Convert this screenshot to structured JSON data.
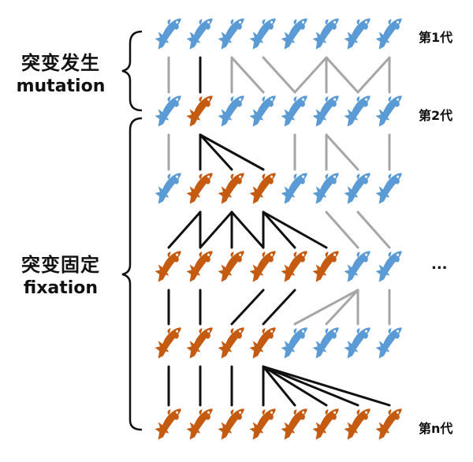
{
  "labels": {
    "mutation_zh": "突变发生",
    "mutation_en": "mutation",
    "fixation_zh": "突变固定",
    "fixation_en": "fixation",
    "gen1": "第1代",
    "gen2": "第2代",
    "genN": "第n代",
    "ellipsis": "..."
  },
  "colors": {
    "wild": "#5b9bd5",
    "mutant": "#c55a11",
    "link_wild": "#a6a6a6",
    "link_mutant": "#111111",
    "bracket": "#111111"
  },
  "generations": [
    [
      "wild",
      "wild",
      "wild",
      "wild",
      "wild",
      "wild",
      "wild",
      "wild"
    ],
    [
      "wild",
      "mutant",
      "wild",
      "wild",
      "wild",
      "wild",
      "wild",
      "wild"
    ],
    [
      "wild",
      "mutant",
      "mutant",
      "mutant",
      "wild",
      "wild",
      "wild",
      "wild"
    ],
    [
      "mutant",
      "mutant",
      "mutant",
      "mutant",
      "mutant",
      "mutant",
      "wild",
      "wild"
    ],
    [
      "mutant",
      "mutant",
      "mutant",
      "mutant",
      "wild",
      "wild",
      "wild",
      "wild"
    ],
    [
      "mutant",
      "mutant",
      "mutant",
      "mutant",
      "mutant",
      "mutant",
      "mutant",
      "mutant"
    ]
  ],
  "links": [
    [
      [
        0,
        0
      ],
      [
        1,
        1
      ],
      [
        2,
        2
      ],
      [
        2,
        3
      ],
      [
        3,
        4
      ],
      [
        5,
        5
      ],
      [
        5,
        6
      ],
      [
        5,
        4
      ],
      [
        7,
        7
      ],
      [
        7,
        6
      ]
    ],
    [
      [
        0,
        0
      ],
      [
        1,
        1
      ],
      [
        1,
        2
      ],
      [
        1,
        3
      ],
      [
        4,
        4
      ],
      [
        5,
        5
      ],
      [
        5,
        6
      ],
      [
        7,
        7
      ]
    ],
    [
      [
        1,
        0
      ],
      [
        1,
        1
      ],
      [
        2,
        1
      ],
      [
        2,
        2
      ],
      [
        2,
        3
      ],
      [
        3,
        3
      ],
      [
        3,
        4
      ],
      [
        3,
        5
      ],
      [
        5,
        6
      ],
      [
        6,
        7
      ]
    ],
    [
      [
        0,
        0
      ],
      [
        1,
        1
      ],
      [
        3,
        2
      ],
      [
        4,
        3
      ],
      [
        6,
        4
      ],
      [
        6,
        5
      ],
      [
        6,
        6
      ],
      [
        7,
        7
      ]
    ],
    [
      [
        0,
        0
      ],
      [
        1,
        1
      ],
      [
        2,
        2
      ],
      [
        3,
        3
      ],
      [
        3,
        4
      ],
      [
        3,
        5
      ],
      [
        3,
        6
      ],
      [
        3,
        7
      ]
    ]
  ]
}
